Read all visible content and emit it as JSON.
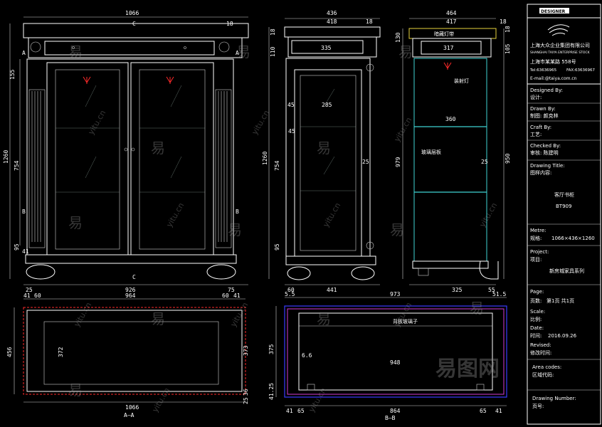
{
  "front_view": {
    "width_dim": "1066",
    "inner_dim": "C",
    "top_right_dim": "18",
    "left_dims": [
      "155",
      "1260",
      "754",
      "95"
    ],
    "section_marks": [
      "A",
      "A",
      "B",
      "B",
      "C",
      "C"
    ],
    "bottom_dims": [
      "25",
      "926",
      "75"
    ],
    "ref_41": "41"
  },
  "side_view": {
    "top_dims": [
      "436",
      "418",
      "18"
    ],
    "drawer_dim": "335",
    "left_dims": [
      "18",
      "110",
      "45",
      "1260",
      "754",
      "95"
    ],
    "inner_dims": [
      "45",
      "285",
      "25"
    ],
    "bottom_dims": [
      "60",
      "441"
    ]
  },
  "section_cc": {
    "top_dims": [
      "464",
      "417",
      "18"
    ],
    "label_top": "暗藏灯带",
    "label_drawer_top": "317",
    "label_spot": "装射灯",
    "label_glass": "玻璃层板",
    "inner_width": "360",
    "left_dims": [
      "130",
      "979",
      "25"
    ],
    "right_dims": [
      "105",
      "18",
      "950"
    ],
    "bottom_dims": [
      "325",
      "55"
    ]
  },
  "plan_aa": {
    "top_dims": [
      "41",
      "60",
      "964",
      "60",
      "41"
    ],
    "left_dims": [
      "456",
      "372",
      "373"
    ],
    "bottom_dim": "1066",
    "label": "A—A",
    "right_dims": [
      "36",
      "25"
    ]
  },
  "plan_bb": {
    "top_dims": [
      "5.5",
      "973",
      "51.5"
    ],
    "label_glass": "背板玻璃子",
    "left_dims": [
      "375",
      "41.25"
    ],
    "inner_dim": "948",
    "inner_small": "6.6",
    "bottom_dims": [
      "41",
      "65",
      "864",
      "65",
      "41"
    ],
    "label": "B—B"
  },
  "title_block": {
    "logo_text": "DESIGNER",
    "company_cn": "上海大众企业集团有限公司",
    "company_en": "SHANGHAI TAIYA ENTERPRISE STOCK",
    "address": "上海市某某路 558号",
    "tel": "Tel:63636965",
    "fax": "FAX:63636967",
    "email": "E-mail:@taiya.com.cn",
    "designed_by": "Designed By:",
    "designed_by_cn": "设计:",
    "drawn_by": "Drawn By:",
    "drawn_by_cn": "制图:  颜克林",
    "craft_by": "Craft By:",
    "craft_by_cn": "工艺:",
    "checked_by": "Checked By:",
    "checked_by_cn": "审核:  陈建明",
    "drawing_title": "Drawing Title:",
    "drawing_title_cn": "图样内容:",
    "drawing_name": "客厅书柜",
    "drawing_code": "BT909",
    "metre": "Metre:",
    "metre_cn": "规格:",
    "metre_value": "1066×436×1260",
    "project": "Project:",
    "project_cn": "项目:",
    "project_value": "新房城家具系列",
    "page": "Page:",
    "page_cn": "页数:",
    "page_value": "第1页  共1页",
    "scale": "Scale:",
    "scale_cn": "比例:",
    "date": "Date:",
    "date_cn": "时间:",
    "date_value": "2016.09.26",
    "revised": "Revised:",
    "revised_cn": "修改时间:",
    "area_codes": "Area codes:",
    "area_codes_cn": "区域代码:",
    "drawing_number": "Drawing Number:",
    "drawing_number_cn": "页号:"
  },
  "watermark": {
    "yi": "易",
    "site": "yitu.cn",
    "brand": "易图网"
  },
  "colors": {
    "background": "#000000",
    "lines": "#ffffff",
    "accent_red": "#ff2a2a",
    "accent_cyan": "#3fd3d3",
    "accent_blue": "#3b3bff",
    "accent_magenta": "#d23bd2",
    "accent_yellow": "#e6d23b"
  }
}
